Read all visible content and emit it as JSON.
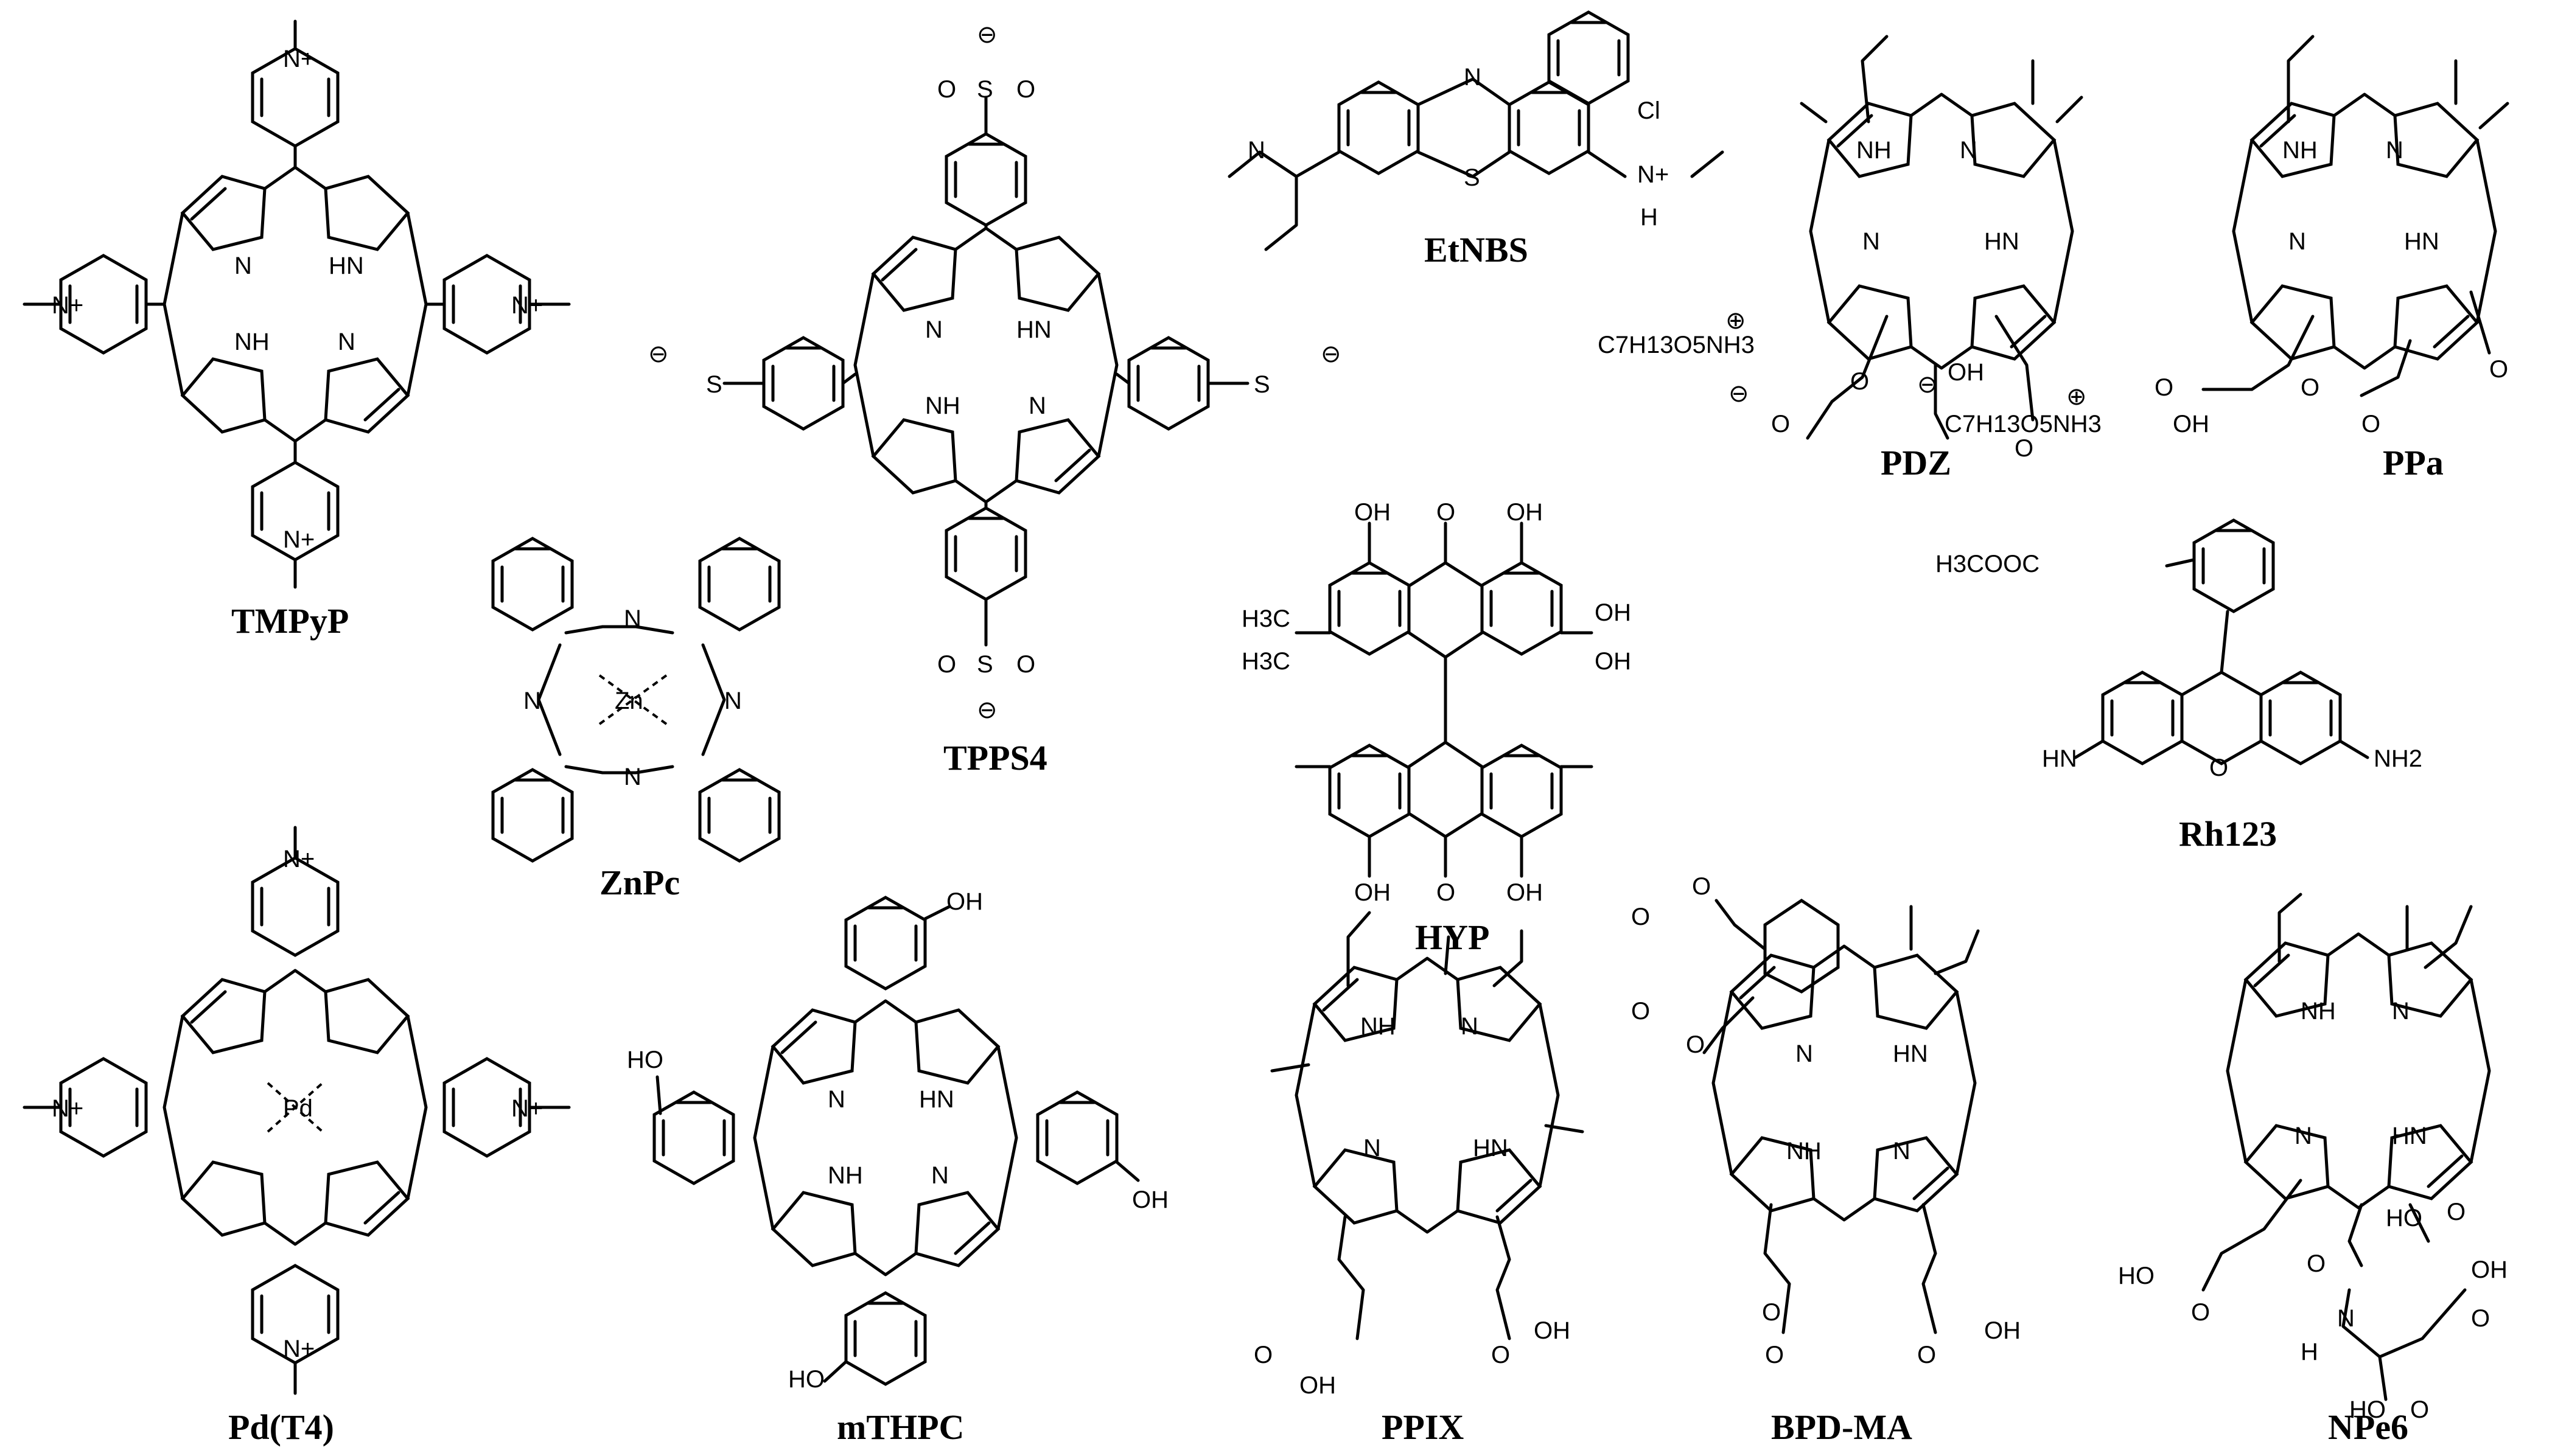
{
  "labels": {
    "tmpyp": "TMPyP",
    "tpps4": "TPPS4",
    "etnbs": "EtNBS",
    "pdz": "PDZ",
    "ppa": "PPa",
    "znpc": "ZnPc",
    "hyp": "HYP",
    "rh123": "Rh123",
    "pdt4": "Pd(T4)",
    "mthpc": "mTHPC",
    "ppix": "PPIX",
    "bpdma": "BPD-MA",
    "npe6": "NPe6"
  },
  "atoms": {
    "nplus": "N+",
    "n": "N",
    "nh": "NH",
    "hn": "HN",
    "zn": "Zn",
    "pd": "Pd",
    "oh": "OH",
    "ho": "HO",
    "o": "O",
    "s": "S",
    "ominus": "⊖",
    "cl": "Cl",
    "h": "H",
    "h3c": "H3C",
    "h3cooc": "H3COOC",
    "nh2": "NH2",
    "hn_imine": "HN",
    "counterion": "C7H13O5NH3",
    "plus": "⊕"
  }
}
